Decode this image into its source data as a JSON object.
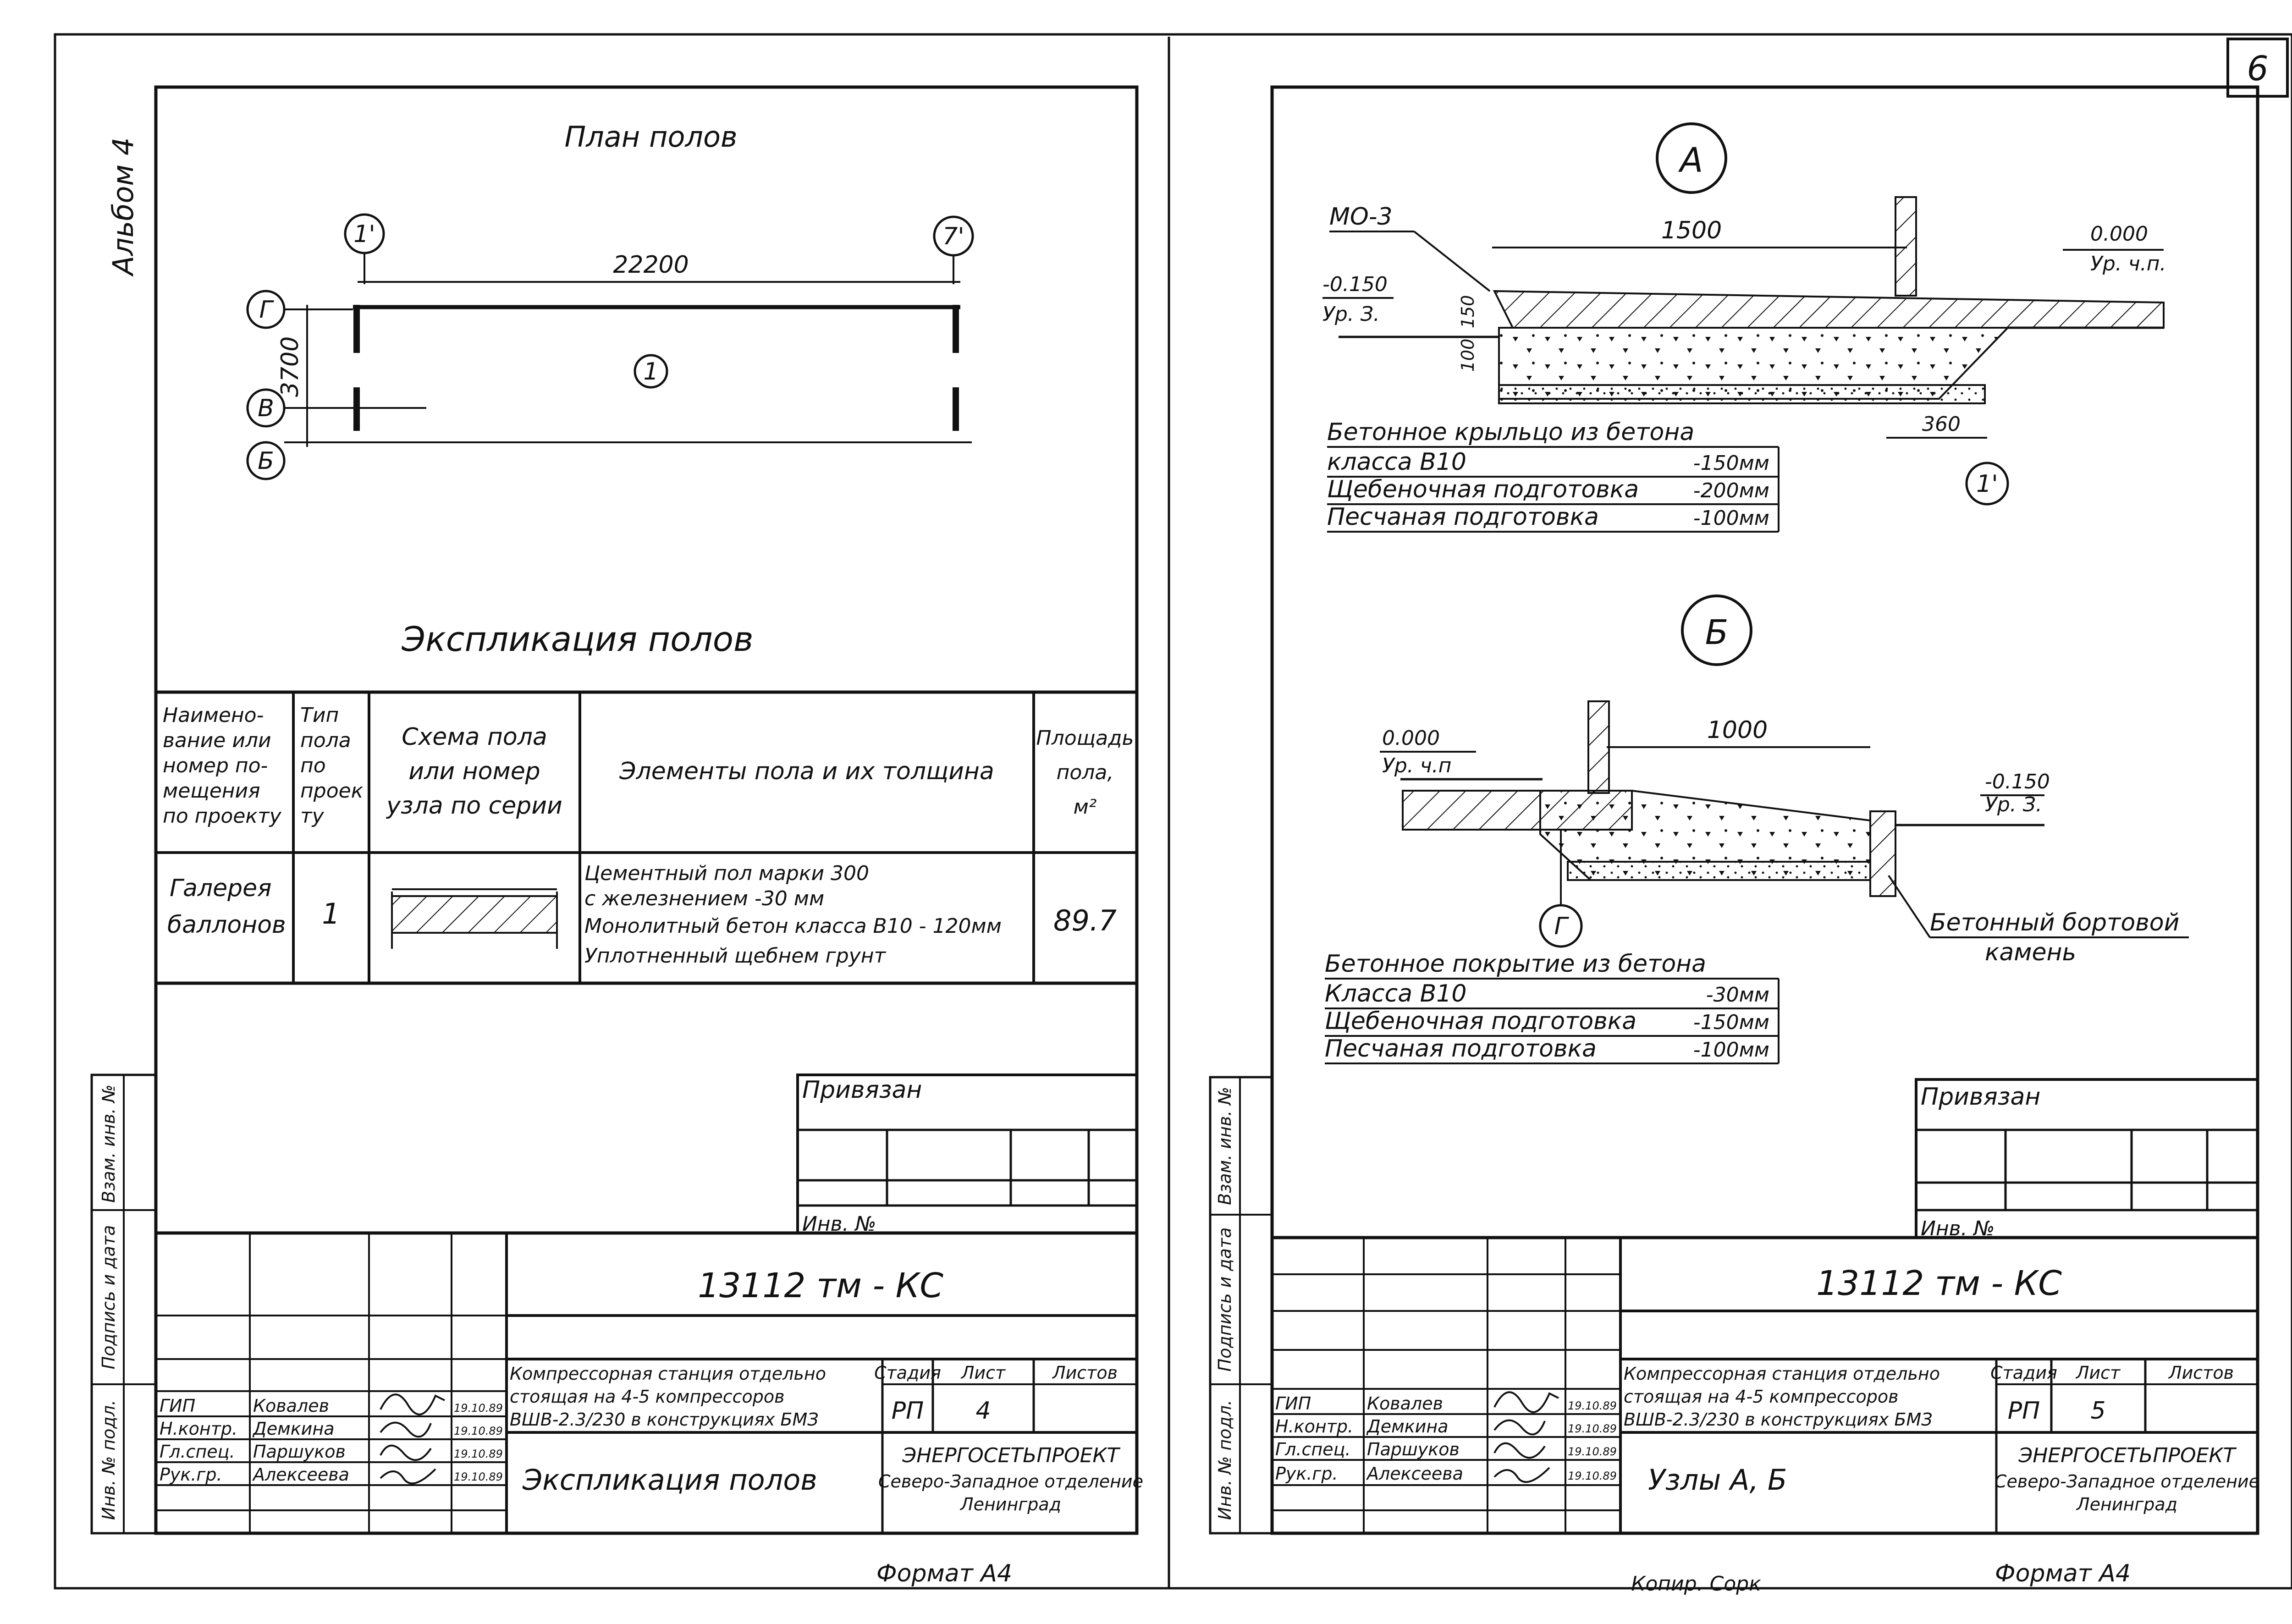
{
  "sheet_number_corner": "6",
  "left": {
    "album_label": "Альбом 4",
    "plan_title": "План полов",
    "axis_labels": {
      "a1": "1'",
      "a7": "7'",
      "g": "Г",
      "v": "В",
      "b": "Б"
    },
    "dim_22200": "22200",
    "dim_3700": "3700",
    "room_number": "1",
    "explication_title": "Экспликация   полов",
    "table": {
      "headers": [
        "Наимено-\nвание или\nномер по-\nмещения\nпо проекту",
        "Тип\nпола\nпо\nпроек\nту",
        "Схема пола\nили номер\nузла по серии",
        "Элементы пола и их толщина",
        "Площадь\nпола,\nм²"
      ],
      "row": {
        "name": "Галерея\nбаллонов",
        "type": "1",
        "elements": [
          "Цементный пол марки 300",
          "с железнением                -30 мм",
          "Монолитный бетон класса В10 - 120мм",
          "Уплотненный щебнем грунт"
        ],
        "area": "89.7"
      }
    },
    "privyazan": "Привязан",
    "inv_no": "Инв. №",
    "doc_code": "13112 тм - КС",
    "stamp_project": [
      "Компрессорная станция отдельно",
      "стоящая на 4-5 компрессоров",
      "ВШВ-2.3/230 в конструкциях БМЗ"
    ],
    "stamp_cols": {
      "stage": "Стадия",
      "sheet": "Лист",
      "sheets": "Листов"
    },
    "stage_value": "РП",
    "sheet_value": "4",
    "people": [
      {
        "role": "ГИП",
        "name": "Ковалев",
        "date": "19.10.89"
      },
      {
        "role": "Н.контр.",
        "name": "Демкина",
        "date": "19.10.89"
      },
      {
        "role": "Гл.спец.",
        "name": "Паршуков",
        "date": "19.10.89"
      },
      {
        "role": "Рук.гр.",
        "name": "Алексеева",
        "date": "19.10.89"
      }
    ],
    "sheet_title": "Экспликация   полов",
    "org": [
      "ЭНЕРГОСЕТЬПРОЕКТ",
      "Северо-Западное отделение",
      "Ленинград"
    ],
    "side_stamp": [
      "Инв. № подл.",
      "Подпись и дата",
      "Взам. инв. №"
    ],
    "format": "Формат А4"
  },
  "right": {
    "node_a": {
      "label": "А",
      "mark": "МО-3",
      "dim_1500": "1500",
      "dim_360": "360",
      "dim_150": "150",
      "dim_100": "100",
      "level_left": "-0.150",
      "level_left_tag": "Ур. З.",
      "level_right": "0.000",
      "level_right_tag": "Ур. ч.п.",
      "axis": "1'",
      "layers": [
        {
          "name": "Бетонное крыльцо из бетона",
          "thk": ""
        },
        {
          "name": "класса В10",
          "thk": "-150мм"
        },
        {
          "name": "Щебеночная подготовка",
          "thk": "-200мм"
        },
        {
          "name": "Песчаная подготовка",
          "thk": "-100мм"
        }
      ]
    },
    "node_b": {
      "label": "Б",
      "dim_1000": "1000",
      "level_left": "0.000",
      "level_left_tag": "Ур. ч.п",
      "level_right": "-0.150",
      "level_right_tag": "Ур. З.",
      "axis": "Г",
      "curb_label": [
        "Бетонный бортовой",
        "камень"
      ],
      "layers": [
        {
          "name": "Бетонное покрытие из бетона",
          "thk": ""
        },
        {
          "name": "Класса В10",
          "thk": "-30мм"
        },
        {
          "name": "Щебеночная подготовка",
          "thk": "-150мм"
        },
        {
          "name": "Песчаная подготовка",
          "thk": "-100мм"
        }
      ]
    },
    "privyazan": "Привязан",
    "inv_no": "Инв. №",
    "doc_code": "13112 тм - КС",
    "stamp_project": [
      "Компрессорная станция отдельно",
      "стоящая на 4-5 компрессоров",
      "ВШВ-2.3/230 в конструкциях БМЗ"
    ],
    "stamp_cols": {
      "stage": "Стадия",
      "sheet": "Лист",
      "sheets": "Листов"
    },
    "stage_value": "РП",
    "sheet_value": "5",
    "people": [
      {
        "role": "ГИП",
        "name": "Ковалев",
        "date": "19.10.89"
      },
      {
        "role": "Н.контр.",
        "name": "Демкина",
        "date": "19.10.89"
      },
      {
        "role": "Гл.спец.",
        "name": "Паршуков",
        "date": "19.10.89"
      },
      {
        "role": "Рук.гр.",
        "name": "Алексеева",
        "date": "19.10.89"
      }
    ],
    "sheet_title": "Узлы А, Б",
    "org": [
      "ЭНЕРГОСЕТЬПРОЕКТ",
      "Северо-Западное отделение",
      "Ленинград"
    ],
    "side_stamp": [
      "Инв. № подл.",
      "Подпись и дата",
      "Взам. инв. №"
    ],
    "copy_label": "Копир. Сорк",
    "format": "Формат А4"
  }
}
